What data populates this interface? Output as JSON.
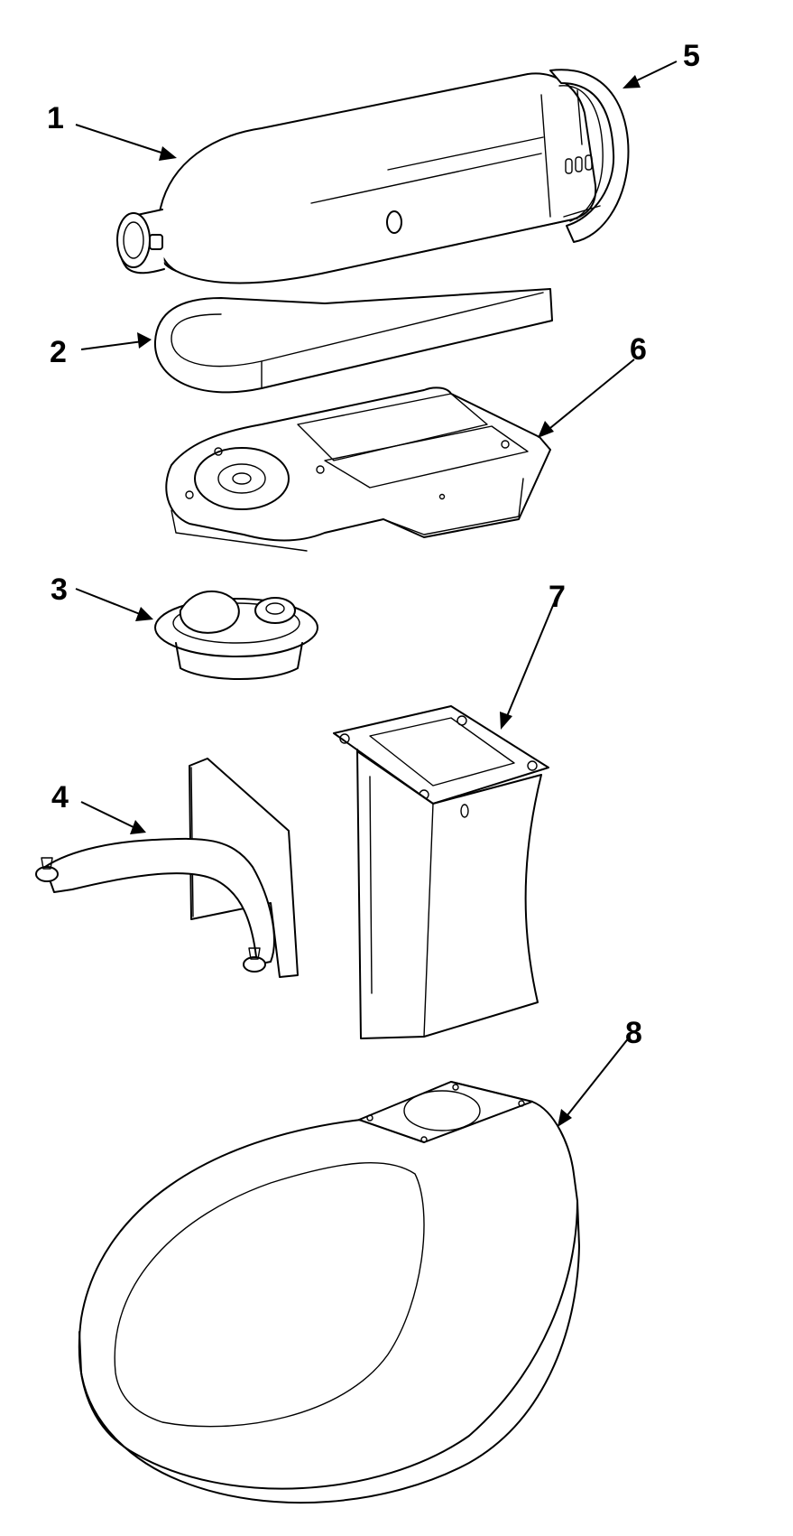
{
  "diagram": {
    "callouts": [
      "1",
      "2",
      "3",
      "4",
      "5",
      "6",
      "7",
      "8"
    ],
    "parts": [
      {
        "number": "1",
        "icon": "motor-housing-icon"
      },
      {
        "number": "2",
        "icon": "trim-band-icon"
      },
      {
        "number": "3",
        "icon": "planetary-gear-icon"
      },
      {
        "number": "4",
        "icon": "pedestal-arm-icon"
      },
      {
        "number": "5",
        "icon": "rear-cover-icon"
      },
      {
        "number": "6",
        "icon": "gear-case-icon"
      },
      {
        "number": "7",
        "icon": "pedestal-column-icon"
      },
      {
        "number": "8",
        "icon": "base-icon"
      }
    ]
  }
}
